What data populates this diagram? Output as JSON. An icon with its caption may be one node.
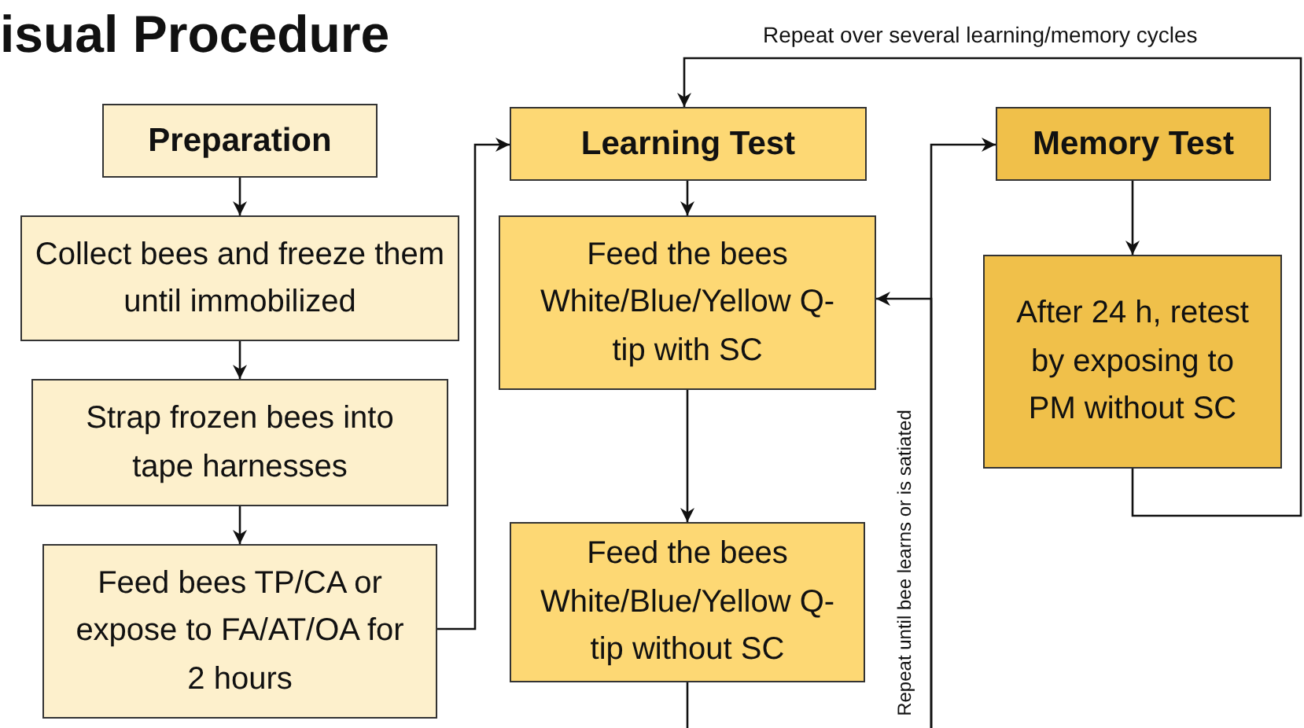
{
  "diagram": {
    "title": "isual Procedure",
    "nodes": [
      {
        "text": [
          "Preparation"
        ]
      },
      {
        "text": [
          "Collect bees and freeze them until immobilized"
        ]
      },
      {
        "text": [
          "Strap frozen bees into tape harnesses"
        ]
      },
      {
        "text": [
          "Feed bees TP/CA or expose to FA/AT/OA for 2 hours"
        ]
      },
      {
        "text": [
          "Learning Test"
        ]
      },
      {
        "text": [
          "Feed the bees White/Blue/Yellow Q-tip with SC"
        ]
      },
      {
        "text": [
          "Feed the bees White/Blue/Yellow Q-tip without SC"
        ]
      },
      {
        "text": [
          "Memory Test"
        ]
      },
      {
        "text": [
          "After 24 h, retest by exposing to PM without SC"
        ]
      }
    ],
    "edges": [
      {
        "from": 0,
        "to": 1,
        "arrow": "to"
      },
      {
        "from": 1,
        "to": 2,
        "arrow": "to"
      },
      {
        "from": 2,
        "to": 3,
        "arrow": "to"
      },
      {
        "from": 3,
        "to": 4,
        "arrow": "to"
      },
      {
        "from": 4,
        "to": 5,
        "arrow": "to"
      },
      {
        "from": 5,
        "to": 6,
        "arrow": "to"
      },
      {
        "from": 6,
        "to": null,
        "arrow": "none"
      },
      {
        "from": null,
        "to": 5,
        "arrow": "to",
        "label": "Repeat until bee learns or is satiated"
      },
      {
        "from": null,
        "to": 7,
        "arrow": "to"
      },
      {
        "from": 7,
        "to": 8,
        "arrow": "to"
      },
      {
        "from": 8,
        "to": 4,
        "arrow": "to",
        "label": "Repeat over several learning/memory cycles"
      }
    ]
  }
}
